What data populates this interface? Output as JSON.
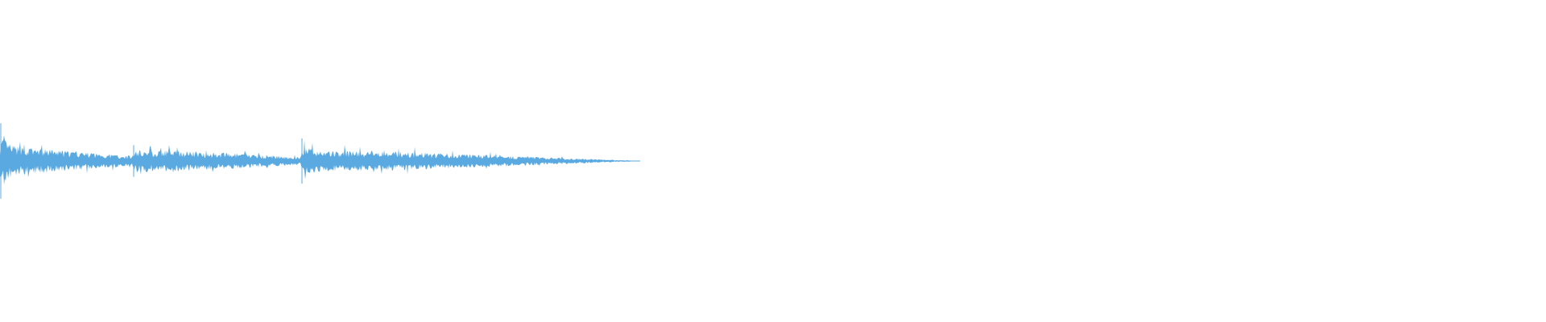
{
  "waveform": {
    "color": "#5aa9e0",
    "background": "#ffffff",
    "duration_fraction": 0.408,
    "segments": [
      {
        "start": 0.0,
        "attack_peak": 1.0,
        "sustain": 0.45,
        "decay_end": 0.18
      },
      {
        "start": 0.086,
        "attack_peak": 0.42,
        "sustain": 0.38,
        "decay_end": 0.14
      },
      {
        "start": 0.195,
        "attack_peak": 0.6,
        "sustain": 0.35,
        "decay_end": 0.02
      }
    ]
  }
}
